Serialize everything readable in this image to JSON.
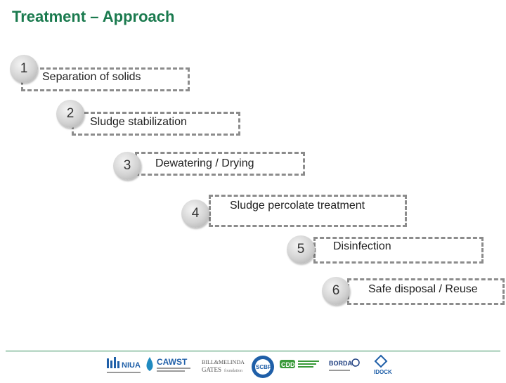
{
  "title": "Treatment – Approach",
  "steps": [
    {
      "number": "1",
      "label": "Separation of solids"
    },
    {
      "number": "2",
      "label": "Sludge stabilization"
    },
    {
      "number": "3",
      "label": "Dewatering / Drying"
    },
    {
      "number": "4",
      "label": "Sludge percolate  treatment"
    },
    {
      "number": "5",
      "label": "Disinfection"
    },
    {
      "number": "6",
      "label": "Safe disposal / Reuse"
    }
  ],
  "logos": {
    "niua": "NIUA",
    "cawst": "CAWST",
    "gates": "BILL&MELINDA GATES foundation",
    "scbp": "SCBP",
    "cdd": "CDD",
    "borda": "BORDA",
    "idock": "IDOCK"
  },
  "colors": {
    "title": "#1a7a4e",
    "box_border": "#8c8c8c",
    "footer_line": "#2e8b57"
  }
}
